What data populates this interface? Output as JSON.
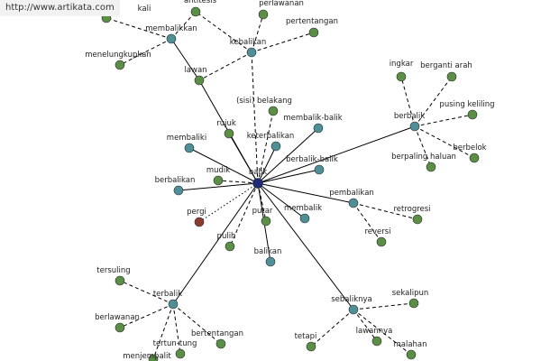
{
  "watermark": "http://www.artikata.com",
  "colors": {
    "center": "#1f2a7a",
    "synonym": "#4f8f97",
    "related": "#5a8f45",
    "antonym": "#8b3a32",
    "edge": "#000000"
  },
  "nodes": [
    {
      "id": "balik",
      "label": "balik",
      "kind": "center"
    },
    {
      "id": "membalikkan",
      "label": "membalikkan",
      "kind": "synonym"
    },
    {
      "id": "kebalikan",
      "label": "kebalikan",
      "kind": "synonym"
    },
    {
      "id": "lawan",
      "label": "lawan",
      "kind": "related"
    },
    {
      "id": "antitesis",
      "label": "antitesis",
      "kind": "related"
    },
    {
      "id": "perlawanan",
      "label": "perlawanan",
      "kind": "related"
    },
    {
      "id": "pertentangan",
      "label": "pertentangan",
      "kind": "related"
    },
    {
      "id": "menelungkupkan",
      "label": "menelungkupkan",
      "kind": "related"
    },
    {
      "id": "k_top",
      "label": "kali",
      "kind": "related"
    },
    {
      "id": "sisi_belakang",
      "label": "(sisi) belakang",
      "kind": "related"
    },
    {
      "id": "rujuk",
      "label": "rujuk",
      "kind": "related"
    },
    {
      "id": "membaliki",
      "label": "membaliki",
      "kind": "synonym"
    },
    {
      "id": "keterbalikan",
      "label": "keterbalikan",
      "kind": "synonym"
    },
    {
      "id": "membalik_balik",
      "label": "membalik-balik",
      "kind": "synonym"
    },
    {
      "id": "berbalik_balik",
      "label": "berbalik-balik",
      "kind": "synonym"
    },
    {
      "id": "mudik",
      "label": "mudik",
      "kind": "related"
    },
    {
      "id": "berbalikan",
      "label": "berbalikan",
      "kind": "synonym"
    },
    {
      "id": "pergi",
      "label": "pergi",
      "kind": "antonym"
    },
    {
      "id": "pulih",
      "label": "pulih",
      "kind": "related"
    },
    {
      "id": "putar",
      "label": "putar",
      "kind": "related"
    },
    {
      "id": "membalik",
      "label": "membalik",
      "kind": "synonym"
    },
    {
      "id": "balikan",
      "label": "balikan",
      "kind": "synonym"
    },
    {
      "id": "pembalikan",
      "label": "pembalikan",
      "kind": "synonym"
    },
    {
      "id": "retrogresi",
      "label": "retrogresi",
      "kind": "related"
    },
    {
      "id": "reversi",
      "label": "reversi",
      "kind": "related"
    },
    {
      "id": "berbalik",
      "label": "berbalik",
      "kind": "synonym"
    },
    {
      "id": "ingkar",
      "label": "ingkar",
      "kind": "related"
    },
    {
      "id": "berganti_arah",
      "label": "berganti arah",
      "kind": "related"
    },
    {
      "id": "pusing_keliling",
      "label": "pusing keliling",
      "kind": "related"
    },
    {
      "id": "berbelok",
      "label": "berbelok",
      "kind": "related"
    },
    {
      "id": "berpaling_haluan",
      "label": "berpaling haluan",
      "kind": "related"
    },
    {
      "id": "terbalik",
      "label": "terbalik",
      "kind": "synonym"
    },
    {
      "id": "tersuling",
      "label": "tersuling",
      "kind": "related"
    },
    {
      "id": "berlawanan",
      "label": "berlawanan",
      "kind": "related"
    },
    {
      "id": "bertentangan",
      "label": "bertentangan",
      "kind": "related"
    },
    {
      "id": "tertun_tung",
      "label": "tertun-tung",
      "kind": "related"
    },
    {
      "id": "menjempalit",
      "label": "menjempalit",
      "kind": "related"
    },
    {
      "id": "sebaliknya",
      "label": "sebaliknya",
      "kind": "synonym"
    },
    {
      "id": "sekalipun",
      "label": "sekalipun",
      "kind": "related"
    },
    {
      "id": "tetapi",
      "label": "tetapi",
      "kind": "related"
    },
    {
      "id": "lawannya",
      "label": "lawannya",
      "kind": "related"
    },
    {
      "id": "malahan",
      "label": "malahan",
      "kind": "related"
    }
  ],
  "edges": [
    {
      "from": "balik",
      "to": "lawan",
      "style": "solid"
    },
    {
      "from": "balik",
      "to": "kebalikan",
      "style": "dashed"
    },
    {
      "from": "balik",
      "to": "sisi_belakang",
      "style": "dashed"
    },
    {
      "from": "balik",
      "to": "rujuk",
      "style": "solid"
    },
    {
      "from": "balik",
      "to": "membaliki",
      "style": "solid"
    },
    {
      "from": "balik",
      "to": "keterbalikan",
      "style": "solid"
    },
    {
      "from": "balik",
      "to": "membalik_balik",
      "style": "solid"
    },
    {
      "from": "balik",
      "to": "berbalik_balik",
      "style": "solid"
    },
    {
      "from": "balik",
      "to": "mudik",
      "style": "dashed"
    },
    {
      "from": "balik",
      "to": "berbalikan",
      "style": "solid"
    },
    {
      "from": "balik",
      "to": "pergi",
      "style": "dotted"
    },
    {
      "from": "balik",
      "to": "pulih",
      "style": "dashed"
    },
    {
      "from": "balik",
      "to": "putar",
      "style": "dashed"
    },
    {
      "from": "balik",
      "to": "membalik",
      "style": "solid"
    },
    {
      "from": "balik",
      "to": "balikan",
      "style": "solid"
    },
    {
      "from": "balik",
      "to": "pembalikan",
      "style": "solid"
    },
    {
      "from": "balik",
      "to": "berbalik",
      "style": "solid"
    },
    {
      "from": "balik",
      "to": "terbalik",
      "style": "solid"
    },
    {
      "from": "balik",
      "to": "sebaliknya",
      "style": "solid"
    },
    {
      "from": "lawan",
      "to": "membalikkan",
      "style": "solid"
    },
    {
      "from": "kebalikan",
      "to": "lawan",
      "style": "dashed"
    },
    {
      "from": "membalikkan",
      "to": "antitesis",
      "style": "dashed"
    },
    {
      "from": "membalikkan",
      "to": "menelungkupkan",
      "style": "dashed"
    },
    {
      "from": "membalikkan",
      "to": "k_top",
      "style": "dashed"
    },
    {
      "from": "kebalikan",
      "to": "antitesis",
      "style": "dashed"
    },
    {
      "from": "kebalikan",
      "to": "perlawanan",
      "style": "dashed"
    },
    {
      "from": "kebalikan",
      "to": "pertentangan",
      "style": "dashed"
    },
    {
      "from": "pembalikan",
      "to": "retrogresi",
      "style": "dashed"
    },
    {
      "from": "pembalikan",
      "to": "reversi",
      "style": "dashed"
    },
    {
      "from": "berbalik",
      "to": "ingkar",
      "style": "dashed"
    },
    {
      "from": "berbalik",
      "to": "berganti_arah",
      "style": "dashed"
    },
    {
      "from": "berbalik",
      "to": "pusing_keliling",
      "style": "dashed"
    },
    {
      "from": "berbalik",
      "to": "berbelok",
      "style": "dashed"
    },
    {
      "from": "berbalik",
      "to": "berpaling_haluan",
      "style": "dashed"
    },
    {
      "from": "terbalik",
      "to": "tersuling",
      "style": "dashed"
    },
    {
      "from": "terbalik",
      "to": "berlawanan",
      "style": "dashed"
    },
    {
      "from": "terbalik",
      "to": "bertentangan",
      "style": "dashed"
    },
    {
      "from": "terbalik",
      "to": "tertun_tung",
      "style": "dashed"
    },
    {
      "from": "terbalik",
      "to": "menjempalit",
      "style": "dashed"
    },
    {
      "from": "sebaliknya",
      "to": "sekalipun",
      "style": "dashed"
    },
    {
      "from": "sebaliknya",
      "to": "tetapi",
      "style": "dashed"
    },
    {
      "from": "sebaliknya",
      "to": "lawannya",
      "style": "dashed"
    },
    {
      "from": "sebaliknya",
      "to": "malahan",
      "style": "dashed"
    }
  ]
}
